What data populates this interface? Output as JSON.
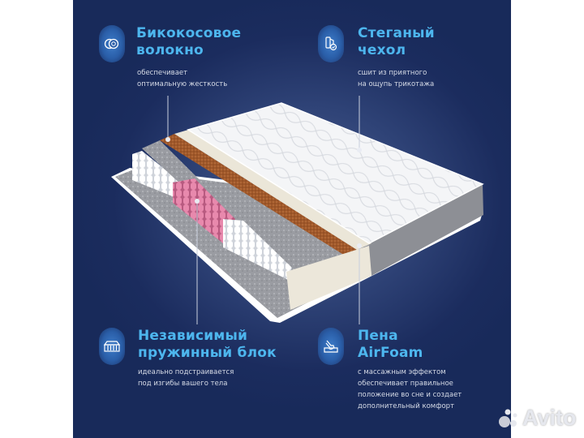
{
  "features": [
    {
      "title_line1": "Бикокосовое",
      "title_line2": "волокно",
      "desc_line1": "обеспечивает",
      "desc_line2": "оптимальную жесткость",
      "icon": "coconut-fiber-icon"
    },
    {
      "title_line1": "Стеганый",
      "title_line2": "чехол",
      "desc_line1": "сшит из приятного",
      "desc_line2": "на ощупь трикотажа",
      "icon": "quilted-cover-icon"
    },
    {
      "title_line1": "Независимый",
      "title_line2": "пружинный блок",
      "desc_line1": "идеально подстраивается",
      "desc_line2": "под изгибы вашего тела",
      "icon": "spring-block-icon"
    },
    {
      "title_line1": "Пена",
      "title_line2": "AirFoam",
      "desc_line1": "с массажным эффектом",
      "desc_line2": "обеспечивает правильное",
      "desc_line3": "положение во сне и создает",
      "desc_line4": "дополнительный комфорт",
      "icon": "hand-press-foam-icon"
    }
  ],
  "watermark": {
    "text": "Avito"
  },
  "colors": {
    "background": "#1b2c5e",
    "accent": "#4db6ee",
    "coconut": "#a0582a",
    "pink_springs": "#e07aa0"
  }
}
